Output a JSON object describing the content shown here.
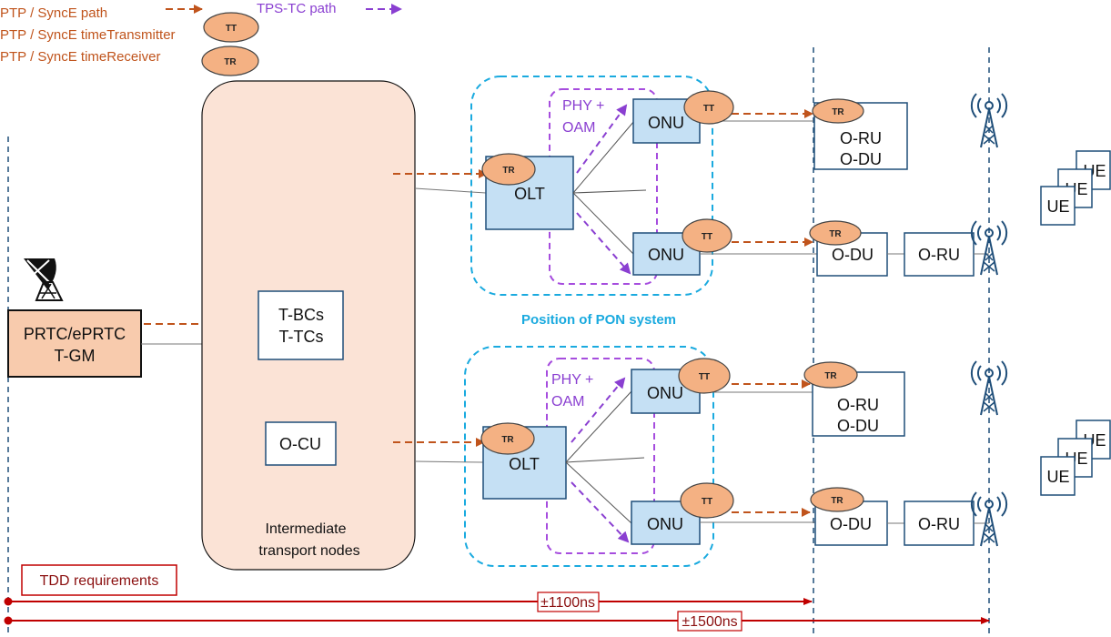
{
  "legend": {
    "ptp_path": "PTP / SyncE path",
    "tt_desc": "PTP / SyncE timeTransmitter",
    "tr_desc": "PTP / SyncE timeReceiver",
    "tps_path": "TPS-TC path"
  },
  "ellipses": {
    "tt": "TT",
    "tr": "TR"
  },
  "prtc": {
    "line1": "PRTC/ePRTC",
    "line2": "T-GM"
  },
  "transport": {
    "tbc_line1": "T-BCs",
    "tbc_line2": "T-TCs",
    "ocu": "O-CU",
    "label_line1": "Intermediate",
    "label_line2": "transport nodes"
  },
  "pon": {
    "position_label": "Position of PON system",
    "phy_line1": "PHY +",
    "phy_line2": "OAM",
    "olt": "OLT",
    "onu": "ONU"
  },
  "ran": {
    "oru": "O-RU",
    "odu": "O-DU",
    "ue": "UE"
  },
  "timing": {
    "tdd": "TDD requirements",
    "t1100": "±1100ns",
    "t1500": "±1500ns"
  },
  "colors": {
    "ptp": "#c0541c",
    "tps": "#8a3fd1",
    "pon_border": "#1aaadf",
    "node_fill": "#c5e0f4",
    "transport_fill": "#fbe3d6",
    "ellipse_fill": "#f4b183",
    "timing": "#c00000"
  }
}
